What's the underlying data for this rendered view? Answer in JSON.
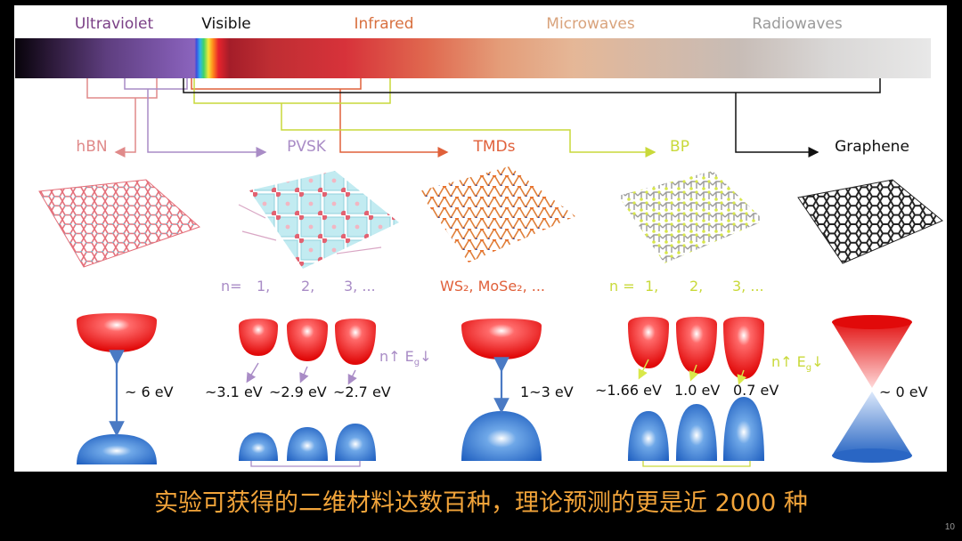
{
  "spectrum": {
    "bands": [
      {
        "id": "uv",
        "label": "Ultraviolet",
        "color": "#7a3f86"
      },
      {
        "id": "visible",
        "label": "Visible",
        "color": "#111111"
      },
      {
        "id": "infrared",
        "label": "Infrared",
        "color": "#d8703f"
      },
      {
        "id": "microwaves",
        "label": "Microwaves",
        "color": "#d9a37c"
      },
      {
        "id": "radiowaves",
        "label": "Radiowaves",
        "color": "#9a9a9a"
      }
    ]
  },
  "materials": [
    {
      "id": "hbn",
      "label": "hBN",
      "color": "#e08a8a",
      "series": [],
      "gaps": [
        "~ 6 eV"
      ],
      "trend": null
    },
    {
      "id": "pvsk",
      "label": "PVSK",
      "color": "#a98cc6",
      "series": [
        "n=",
        "1,",
        "2,",
        "3, ..."
      ],
      "gaps": [
        "~3.1 eV",
        "~2.9 eV",
        "~2.7 eV"
      ],
      "trend": {
        "n": "n↑",
        "e": "E",
        "sub": "g",
        "arrow": "↓"
      }
    },
    {
      "id": "tmds",
      "label": "TMDs",
      "color": "#e0603a",
      "series": [
        "WS₂, MoSe₂, ..."
      ],
      "gaps": [
        "1~3 eV"
      ],
      "trend": null
    },
    {
      "id": "bp",
      "label": "BP",
      "color": "#c9d93a",
      "series": [
        "n =",
        "1,",
        "2,",
        "3, ..."
      ],
      "gaps": [
        "~1.66 eV",
        "1.0 eV",
        "0.7 eV"
      ],
      "trend": {
        "n": "n↑",
        "e": "E",
        "sub": "g",
        "arrow": "↓"
      }
    },
    {
      "id": "graphene",
      "label": "Graphene",
      "color": "#111111",
      "series": [],
      "gaps": [
        "~ 0 eV"
      ],
      "trend": null
    }
  ],
  "caption": "实验可获得的二维材料达数百种，理论预测的更是近 2000 种",
  "page_number": "10"
}
